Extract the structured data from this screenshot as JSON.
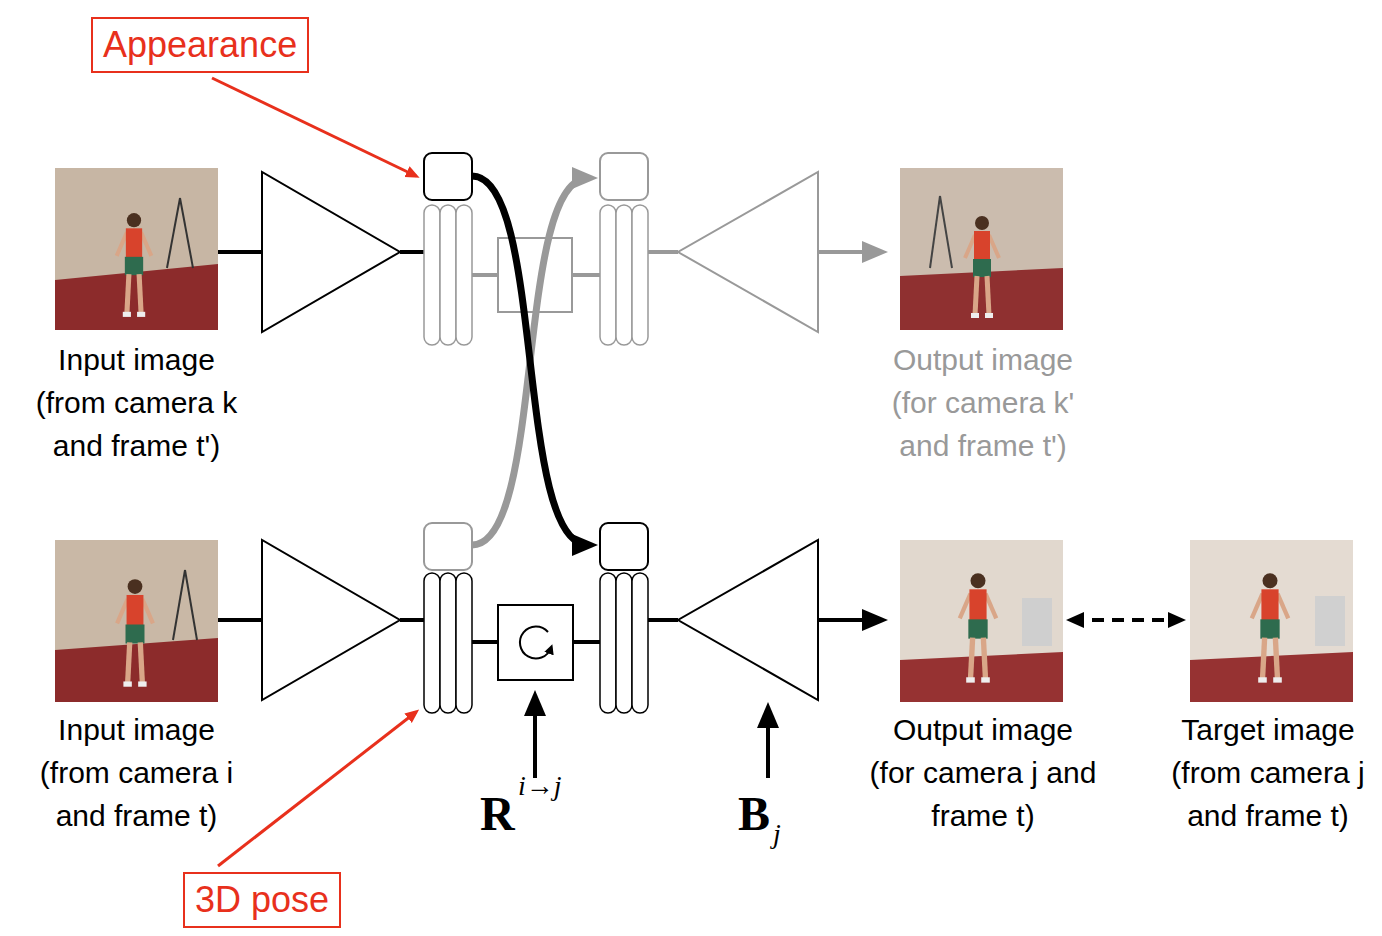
{
  "diagram": {
    "nodes": [
      {
        "text": [
          "Appearance"
        ]
      },
      {
        "text": [
          "3D pose"
        ]
      }
    ],
    "labels": [
      "Input image (from camera k and frame t')",
      "Output image (for camera k' and frame t')",
      "Input image (from camera i and frame t)",
      "R",
      "i→j",
      "B",
      "j",
      "Output image (for camera j and frame t)",
      "Target image (from camera j and frame t)"
    ]
  }
}
